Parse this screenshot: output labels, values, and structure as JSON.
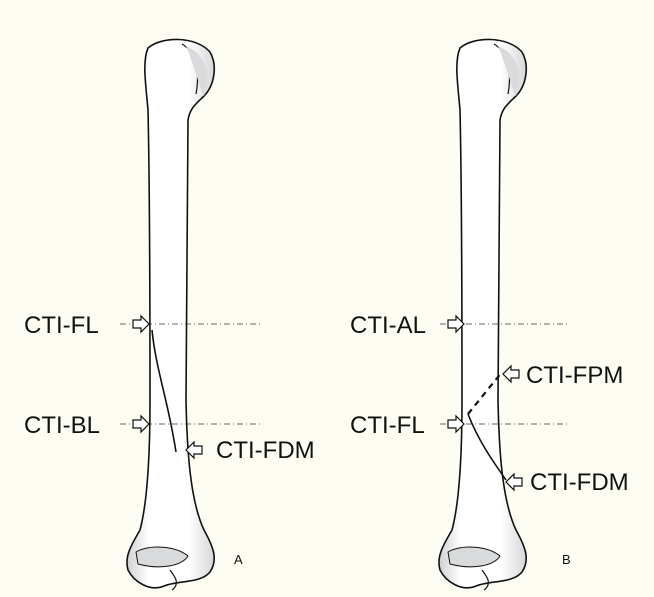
{
  "panels": [
    {
      "letter": "A",
      "labels": {
        "upper_left": "CTI-FL",
        "lower_left": "CTI-BL",
        "right": "CTI-FDM"
      }
    },
    {
      "letter": "B",
      "labels": {
        "upper_left": "CTI-AL",
        "lower_left": "CTI-FL",
        "right_upper": "CTI-FPM",
        "right_lower": "CTI-FDM"
      }
    }
  ],
  "colors": {
    "background": "#fefdf3",
    "bone_fill": "#ffffff",
    "bone_shade": "#d9dadc",
    "ink": "#111111"
  }
}
